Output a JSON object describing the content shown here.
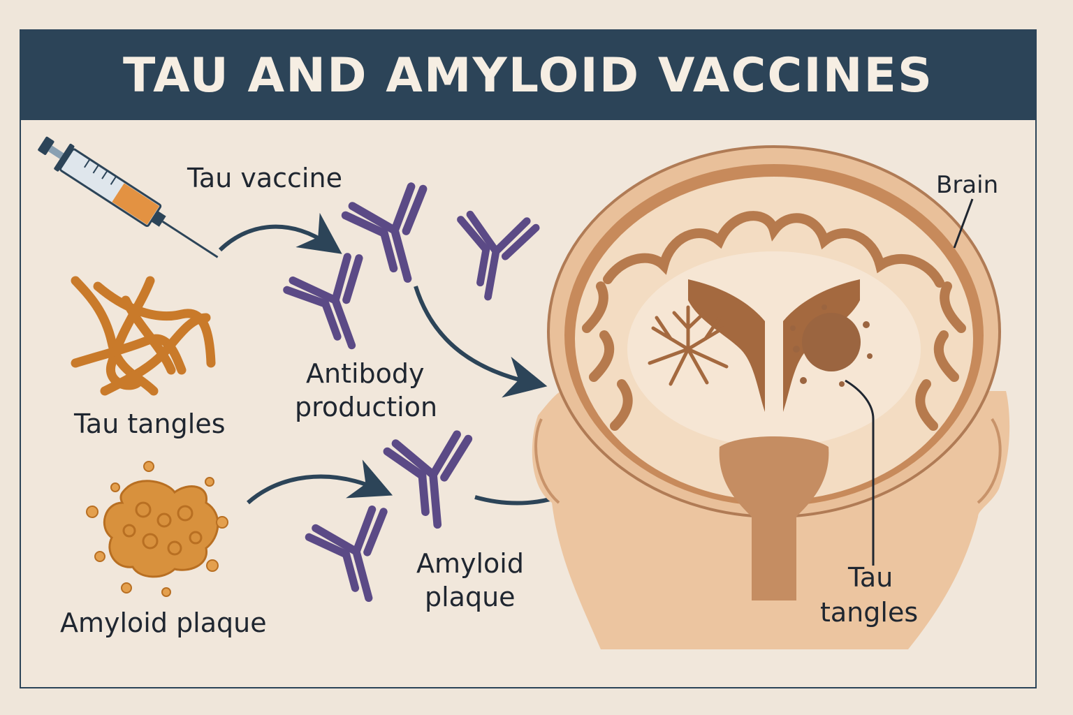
{
  "title": "TAU AND AMYLOID VACCINES",
  "labels": {
    "tau_vaccine": "Tau vaccine",
    "tau_tangles_left": "Tau tangles",
    "antibody_production_line1": "Antibody",
    "antibody_production_line2": "production",
    "amyloid_plaque_left": "Amyloid plaque",
    "amyloid_plaque_mid_line1": "Amyloid",
    "amyloid_plaque_mid_line2": "plaque",
    "brain": "Brain",
    "tau_tangles_right_line1": "Tau",
    "tau_tangles_right_line2": "tangles"
  },
  "colors": {
    "header": "#2c4458",
    "background": "#f1e7db",
    "antibody": "#5b4a86",
    "tangle": "#d68a38",
    "arrow": "#2c4458",
    "brain_tissue": "#e7c6a2",
    "brain_dark": "#9b6540"
  },
  "icons": [
    "syringe-icon",
    "antibody-icon",
    "tau-tangle-icon",
    "amyloid-plaque-icon",
    "brain-illustration"
  ]
}
